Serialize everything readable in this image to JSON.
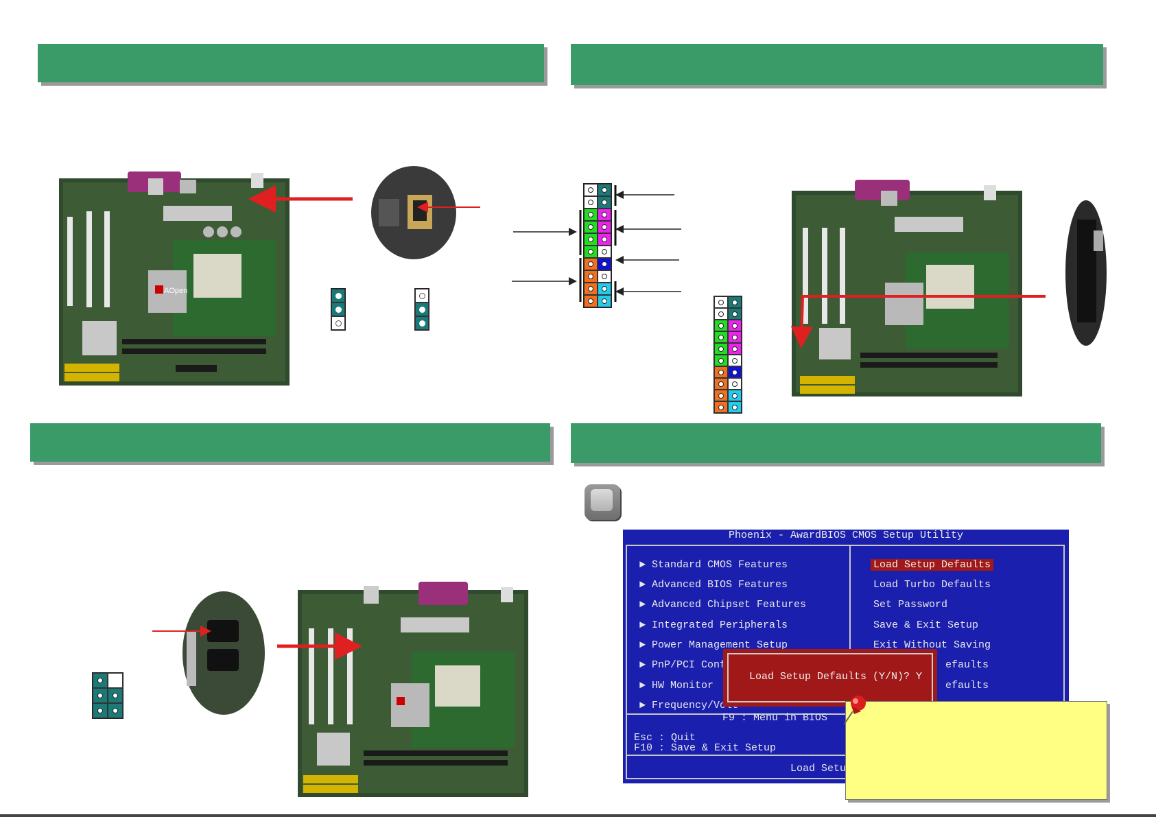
{
  "colors": {
    "header_green": "#3a9a68",
    "jumper_teal": "#1a7a78",
    "arrow_red": "#e02020",
    "bios_blue": "#1a1fae",
    "bios_red": "#a01818",
    "note_yellow": "#ffff84"
  },
  "motherboard": {
    "logo_text": "AOpen",
    "chip_text": "AOpen"
  },
  "bios": {
    "title": "Phoenix - AwardBIOS CMOS Setup Utility",
    "left_menu": [
      "Standard CMOS Features",
      "Advanced BIOS Features",
      "Advanced Chipset Features",
      "Integrated Peripherals",
      "Power Management Setup",
      "PnP/PCI Confi",
      "HW Monitor",
      "Frequency/Volt"
    ],
    "right_menu": [
      "Load Setup Defaults",
      "Load Turbo Defaults",
      "Set Password",
      "Save & Exit Setup",
      "Exit Without Saving",
      "efaults",
      "efaults"
    ],
    "selected_index": 0,
    "dialog_text": "Load Setup Defaults (Y/N)? Y",
    "f9_hint": "F9 : Menu in BIOS",
    "esc_hint": "Esc : Quit",
    "f10_hint": "F10 : Save & Exit Setup",
    "footer": "Load Setup"
  },
  "icons": {
    "pushpin": "pushpin-icon",
    "keycap": "keycap-icon"
  }
}
